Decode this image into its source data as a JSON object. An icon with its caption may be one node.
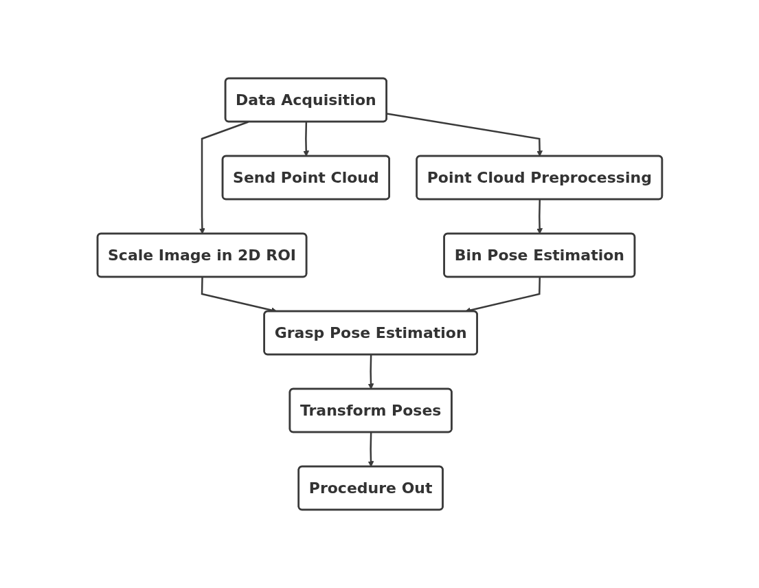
{
  "diagram": {
    "nodes": [
      {
        "text": [
          "Data Acquisition"
        ]
      },
      {
        "text": [
          "Scale Image in 2D ROI"
        ]
      },
      {
        "text": [
          "Point Cloud Preprocessing"
        ]
      },
      {
        "text": [
          "Send Point Cloud"
        ]
      },
      {
        "text": [
          "Bin Pose Estimation"
        ]
      },
      {
        "text": [
          "Grasp Pose Estimation"
        ]
      },
      {
        "text": [
          "Transform Poses"
        ]
      },
      {
        "text": [
          "Procedure Out"
        ]
      }
    ],
    "edges": [
      {
        "from": 0,
        "to": 1,
        "arrow": "to"
      },
      {
        "from": 0,
        "to": 2,
        "arrow": "to"
      },
      {
        "from": 0,
        "to": 3,
        "arrow": "to"
      },
      {
        "from": 2,
        "to": 4,
        "arrow": "to"
      },
      {
        "from": 1,
        "to": 5,
        "arrow": "to"
      },
      {
        "from": 4,
        "to": 5,
        "arrow": "to"
      },
      {
        "from": 5,
        "to": 6,
        "arrow": "to"
      },
      {
        "from": 6,
        "to": 7,
        "arrow": "to"
      }
    ]
  }
}
